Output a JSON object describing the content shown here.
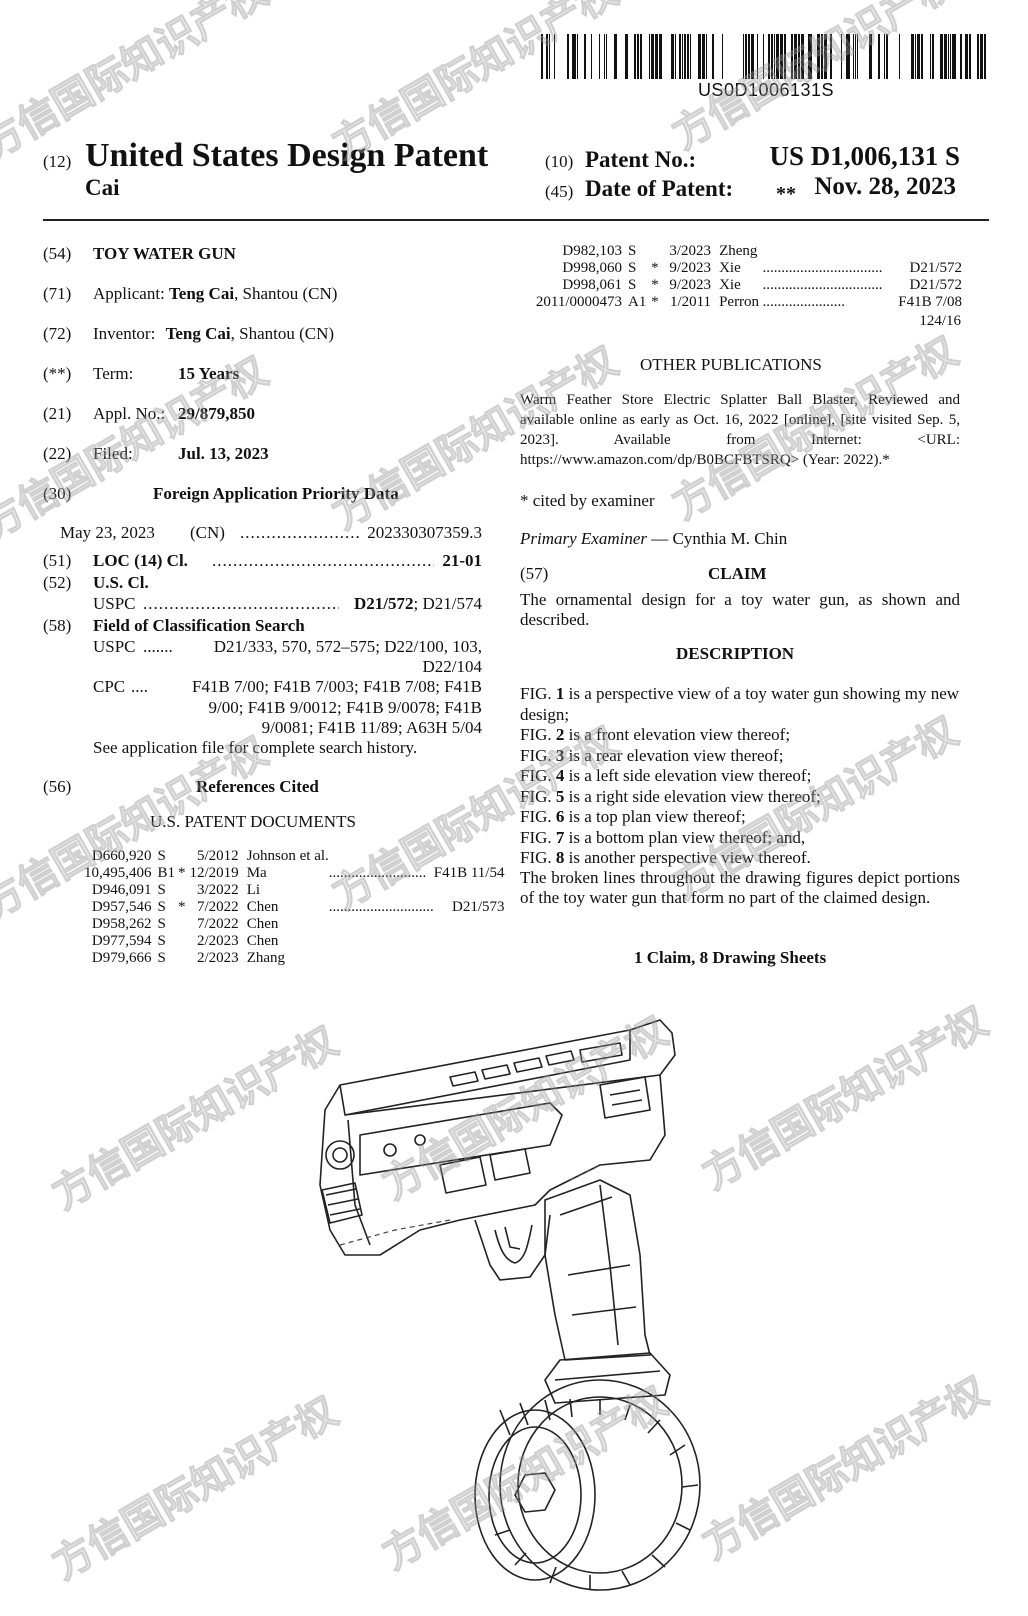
{
  "barcode": {
    "number": "US0D1006131S"
  },
  "header": {
    "code_12": "(12)",
    "title": "United States Design Patent",
    "inventor_surname": "Cai",
    "code_10": "(10)",
    "patent_no_label": "Patent No.:",
    "patent_no_value": "US D1,006,131 S",
    "code_45": "(45)",
    "date_label": "Date of Patent:",
    "date_marker": "**",
    "date_value": "Nov. 28, 2023"
  },
  "fields": {
    "f54": {
      "code": "(54)",
      "text": "TOY WATER GUN"
    },
    "f71": {
      "code": "(71)",
      "label": "Applicant:",
      "name": "Teng Cai",
      "rest": ", Shantou (CN)"
    },
    "f72": {
      "code": "(72)",
      "label": "Inventor:",
      "name": "Teng Cai",
      "rest": ", Shantou (CN)"
    },
    "term": {
      "code": "(**)",
      "label": "Term:",
      "value": "15 Years"
    },
    "f21": {
      "code": "(21)",
      "label": "Appl. No.:",
      "value": "29/879,850"
    },
    "f22": {
      "code": "(22)",
      "label": "Filed:",
      "value": "Jul. 13, 2023"
    },
    "f30": {
      "code": "(30)",
      "heading": "Foreign Application Priority Data",
      "date": "May 23, 2023",
      "country": "(CN)",
      "dots": ".........................",
      "number": "202330307359.3"
    },
    "f51": {
      "code": "(51)",
      "label": "LOC (14) Cl.",
      "dots": "...............................................",
      "value": "21-01"
    },
    "f52": {
      "code": "(52)",
      "label": "U.S. Cl.",
      "sub": "USPC",
      "dots": "........................................",
      "value_bold": "D21/572",
      "value_rest": "; D21/574"
    },
    "f58": {
      "code": "(58)",
      "heading": "Field of Classification Search",
      "uspc_label": "USPC",
      "uspc_dots": ".......",
      "uspc_line1": "D21/333, 570, 572–575; D22/100, 103,",
      "uspc_line2": "D22/104",
      "cpc_label": "CPC",
      "cpc_dots": "....",
      "cpc_line1": "F41B 7/00; F41B 7/003; F41B 7/08; F41B",
      "cpc_line2": "9/00; F41B 9/0012; F41B 9/0078; F41B",
      "cpc_line3": "9/0081; F41B 11/89; A63H 5/04",
      "see_text": "See application file for complete search history."
    },
    "f56": {
      "code": "(56)",
      "heading": "References Cited",
      "subheading": "U.S. PATENT DOCUMENTS"
    }
  },
  "references_left": [
    {
      "num": "D660,920",
      "kind": "S",
      "star": "",
      "date": "5/2012",
      "name": "Johnson et al.",
      "dots": "",
      "cls": ""
    },
    {
      "num": "10,495,406",
      "kind": "B1",
      "star": "*",
      "date": "12/2019",
      "name": "Ma",
      "dots": "..........................",
      "cls": "F41B 11/54"
    },
    {
      "num": "D946,091",
      "kind": "S",
      "star": "",
      "date": "3/2022",
      "name": "Li",
      "dots": "",
      "cls": ""
    },
    {
      "num": "D957,546",
      "kind": "S",
      "star": "*",
      "date": "7/2022",
      "name": "Chen",
      "dots": "............................",
      "cls": "D21/573"
    },
    {
      "num": "D958,262",
      "kind": "S",
      "star": "",
      "date": "7/2022",
      "name": "Chen",
      "dots": "",
      "cls": ""
    },
    {
      "num": "D977,594",
      "kind": "S",
      "star": "",
      "date": "2/2023",
      "name": "Chen",
      "dots": "",
      "cls": ""
    },
    {
      "num": "D979,666",
      "kind": "S",
      "star": "",
      "date": "2/2023",
      "name": "Zhang",
      "dots": "",
      "cls": ""
    }
  ],
  "references_right": [
    {
      "num": "D982,103",
      "kind": "S",
      "star": "",
      "date": "3/2023",
      "name": "Zheng",
      "dots": "",
      "cls": ""
    },
    {
      "num": "D998,060",
      "kind": "S",
      "star": "*",
      "date": "9/2023",
      "name": "Xie",
      "dots": "................................",
      "cls": "D21/572"
    },
    {
      "num": "D998,061",
      "kind": "S",
      "star": "*",
      "date": "9/2023",
      "name": "Xie",
      "dots": "................................",
      "cls": "D21/572"
    },
    {
      "num": "2011/0000473",
      "kind": "A1",
      "star": "*",
      "date": "1/2011",
      "name": "Perron",
      "dots": "......................",
      "cls": "F41B 7/08"
    }
  ],
  "references_right_extra": "124/16",
  "other_publications": {
    "heading": "OTHER PUBLICATIONS",
    "text": "Warm Feather Store Electric Splatter Ball Blaster, Reviewed and available online as early as Oct. 16, 2022 [online], [site visited Sep. 5, 2023]. Available from Internet: <URL: https://www.amazon.com/dp/B0BCFBTSRQ> (Year: 2022).*"
  },
  "cited_by_examiner": "* cited by examiner",
  "examiner": {
    "label": "Primary Examiner",
    "dash": "—",
    "name": "Cynthia M. Chin"
  },
  "claim": {
    "code": "(57)",
    "heading": "CLAIM",
    "text": "The ornamental design for a toy water gun, as shown and described."
  },
  "description": {
    "heading": "DESCRIPTION",
    "figs": [
      {
        "pre": "FIG. ",
        "num": "1",
        "post": " is a perspective view of a toy water gun showing my new design;"
      },
      {
        "pre": "FIG. ",
        "num": "2",
        "post": " is a front elevation view thereof;"
      },
      {
        "pre": "FIG. ",
        "num": "3",
        "post": " is a rear elevation view thereof;"
      },
      {
        "pre": "FIG. ",
        "num": "4",
        "post": " is a left side elevation view thereof;"
      },
      {
        "pre": "FIG. ",
        "num": "5",
        "post": " is a right side elevation view thereof;"
      },
      {
        "pre": "FIG. ",
        "num": "6",
        "post": " is a top plan view thereof;"
      },
      {
        "pre": "FIG. ",
        "num": "7",
        "post": " is a bottom plan view thereof; and,"
      },
      {
        "pre": "FIG. ",
        "num": "8",
        "post": " is another perspective view thereof."
      }
    ],
    "broken_lines": "The broken lines throughout the drawing figures depict portions of the toy water gun that form no part of the claimed design.",
    "sheets": "1 Claim, 8 Drawing Sheets"
  },
  "watermark": "方信国际知识产权"
}
